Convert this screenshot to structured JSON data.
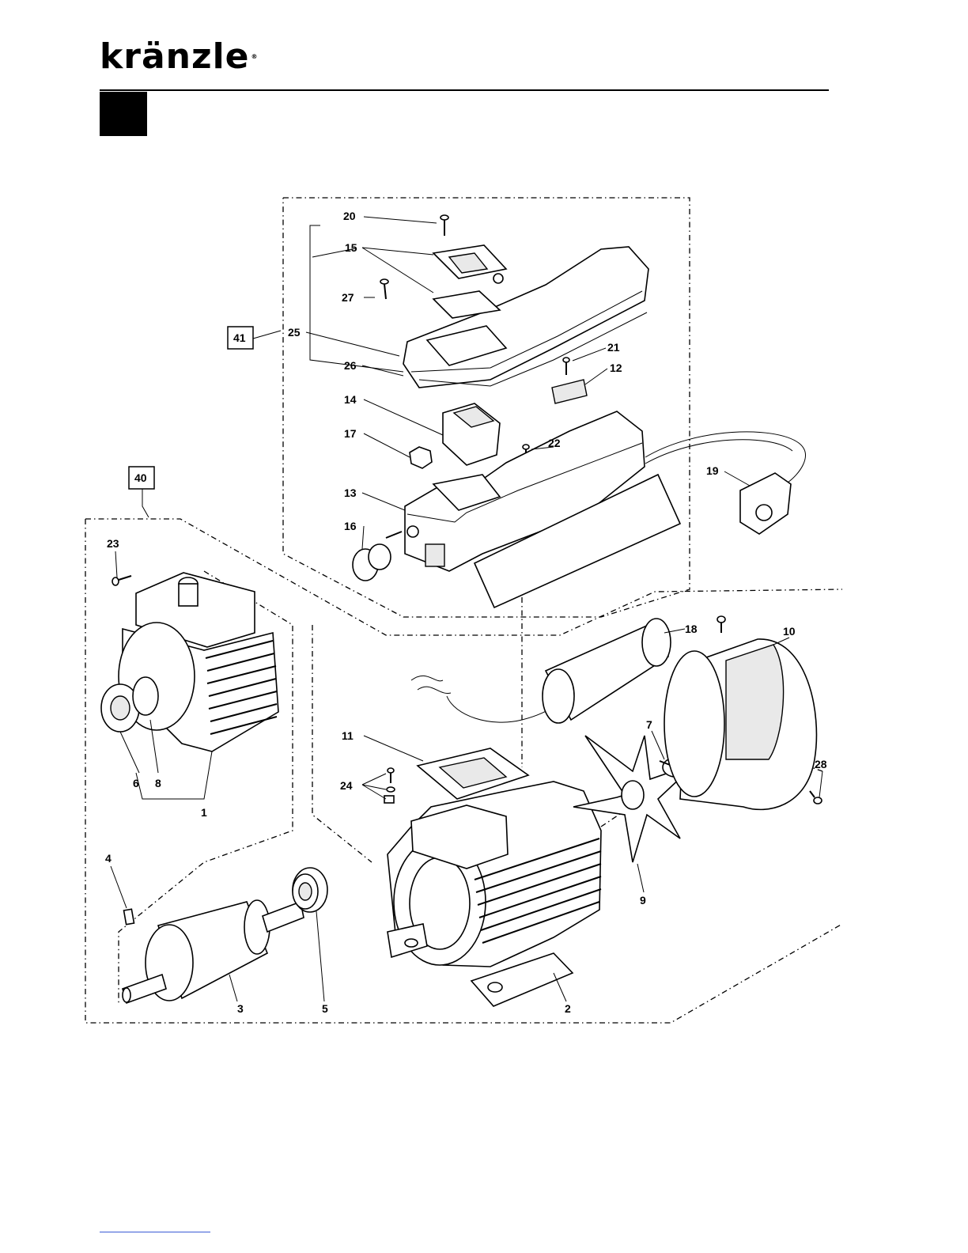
{
  "header": {
    "brand": "kränzle"
  },
  "diagram": {
    "boxed_labels": [
      "41",
      "40"
    ],
    "labels": [
      "20",
      "15",
      "27",
      "25",
      "26",
      "21",
      "12",
      "14",
      "17",
      "22",
      "19",
      "13",
      "16",
      "23",
      "18",
      "10",
      "11",
      "7",
      "24",
      "28",
      "6",
      "8",
      "1",
      "4",
      "9",
      "3",
      "5",
      "2"
    ]
  }
}
